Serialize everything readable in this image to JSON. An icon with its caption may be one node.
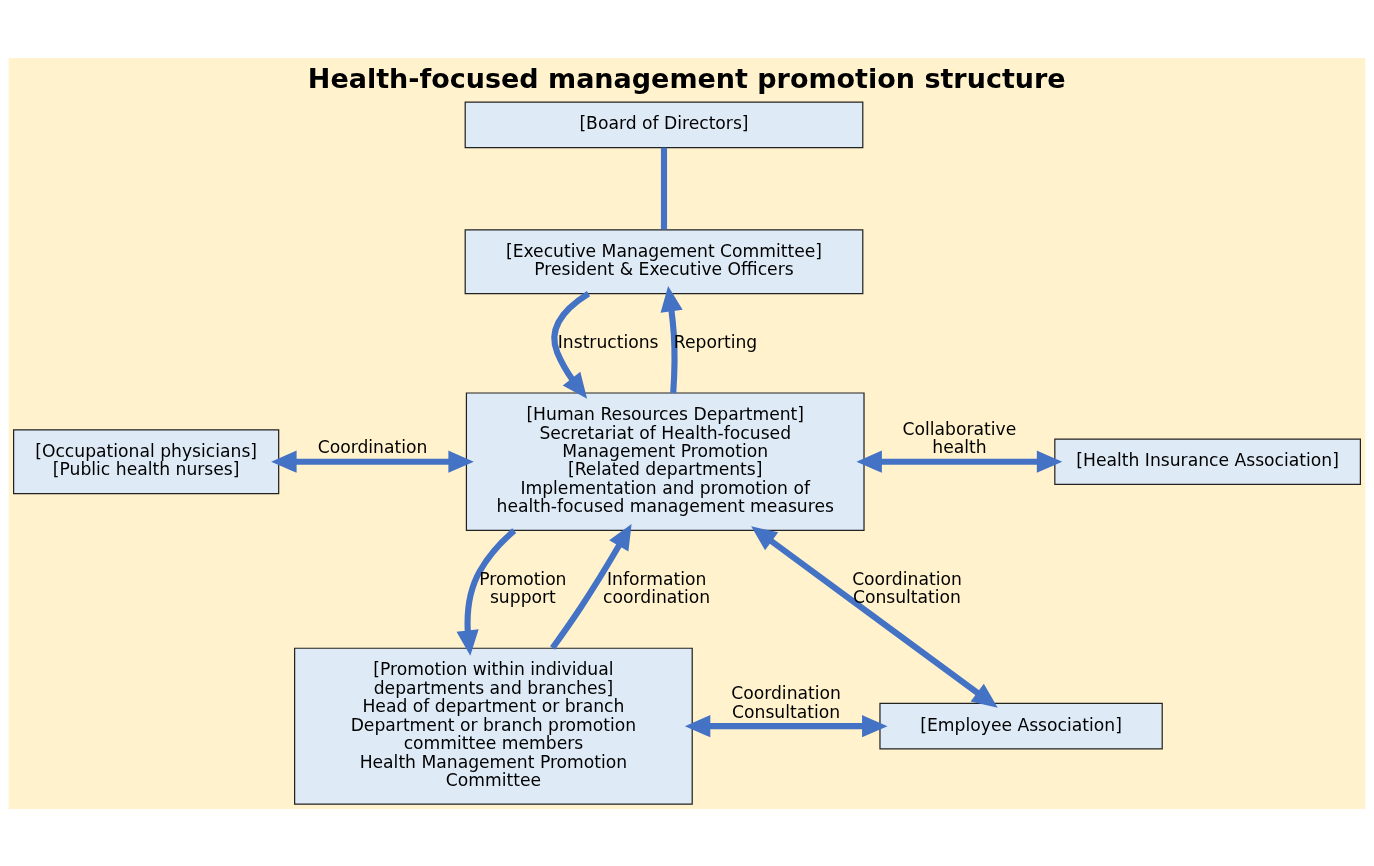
{
  "diagram": {
    "title": "Health-focused management promotion structure",
    "nodes": [
      {
        "text": [
          "[Board of Directors]"
        ]
      },
      {
        "text": [
          "[Executive Management Committee]",
          "President & Executive Officers"
        ]
      },
      {
        "text": [
          "[Human Resources Department]",
          "Secretariat of Health-focused Management Promotion",
          "[Related departments]",
          "Implementation and promotion of health-focused management measures"
        ]
      },
      {
        "text": [
          "[Occupational physicians]",
          "[Public health nurses]"
        ]
      },
      {
        "text": [
          "[Health Insurance Association]"
        ]
      },
      {
        "text": [
          "[Promotion within individual departments and branches]",
          "Head of department or branch",
          "Department or branch promotion committee members",
          "Health Management Promotion Committee"
        ]
      },
      {
        "text": [
          "[Employee Association]"
        ]
      }
    ],
    "edges": [
      {
        "from": 0,
        "to": 1,
        "arrow": "none"
      },
      {
        "from": 1,
        "to": 2,
        "arrow": "to",
        "label": "Instructions"
      },
      {
        "from": 2,
        "to": 1,
        "arrow": "to",
        "label": "Reporting"
      },
      {
        "from": 3,
        "to": 2,
        "arrow": "both",
        "label": "Coordination"
      },
      {
        "from": 2,
        "to": 4,
        "arrow": "both",
        "label": "Collaborative health"
      },
      {
        "from": 2,
        "to": 6,
        "arrow": "both",
        "label": "Coordination Consultation"
      },
      {
        "from": 2,
        "to": 5,
        "arrow": "to",
        "label": "Promotion support"
      },
      {
        "from": 5,
        "to": 2,
        "arrow": "to",
        "label": "Information coordination"
      },
      {
        "from": 5,
        "to": 6,
        "arrow": "both",
        "label": "Coordination Consultation"
      }
    ]
  }
}
